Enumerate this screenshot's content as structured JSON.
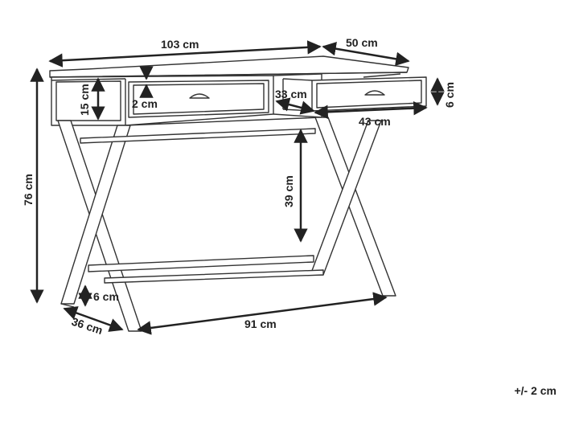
{
  "dimensions": {
    "width": "103 cm",
    "depth": "50 cm",
    "drawer_height": "15 cm",
    "top_thickness": "2 cm",
    "drawer_extension": "33 cm",
    "drawer_front_height": "6 cm",
    "drawer_width": "43 cm",
    "legroom_height": "39 cm",
    "height": "76 cm",
    "foot_height": "6 cm",
    "foot_depth": "36 cm",
    "base_width": "91 cm"
  },
  "tolerance": "+/- 2 cm",
  "colors": {
    "line": "#222222",
    "background": "#ffffff"
  }
}
